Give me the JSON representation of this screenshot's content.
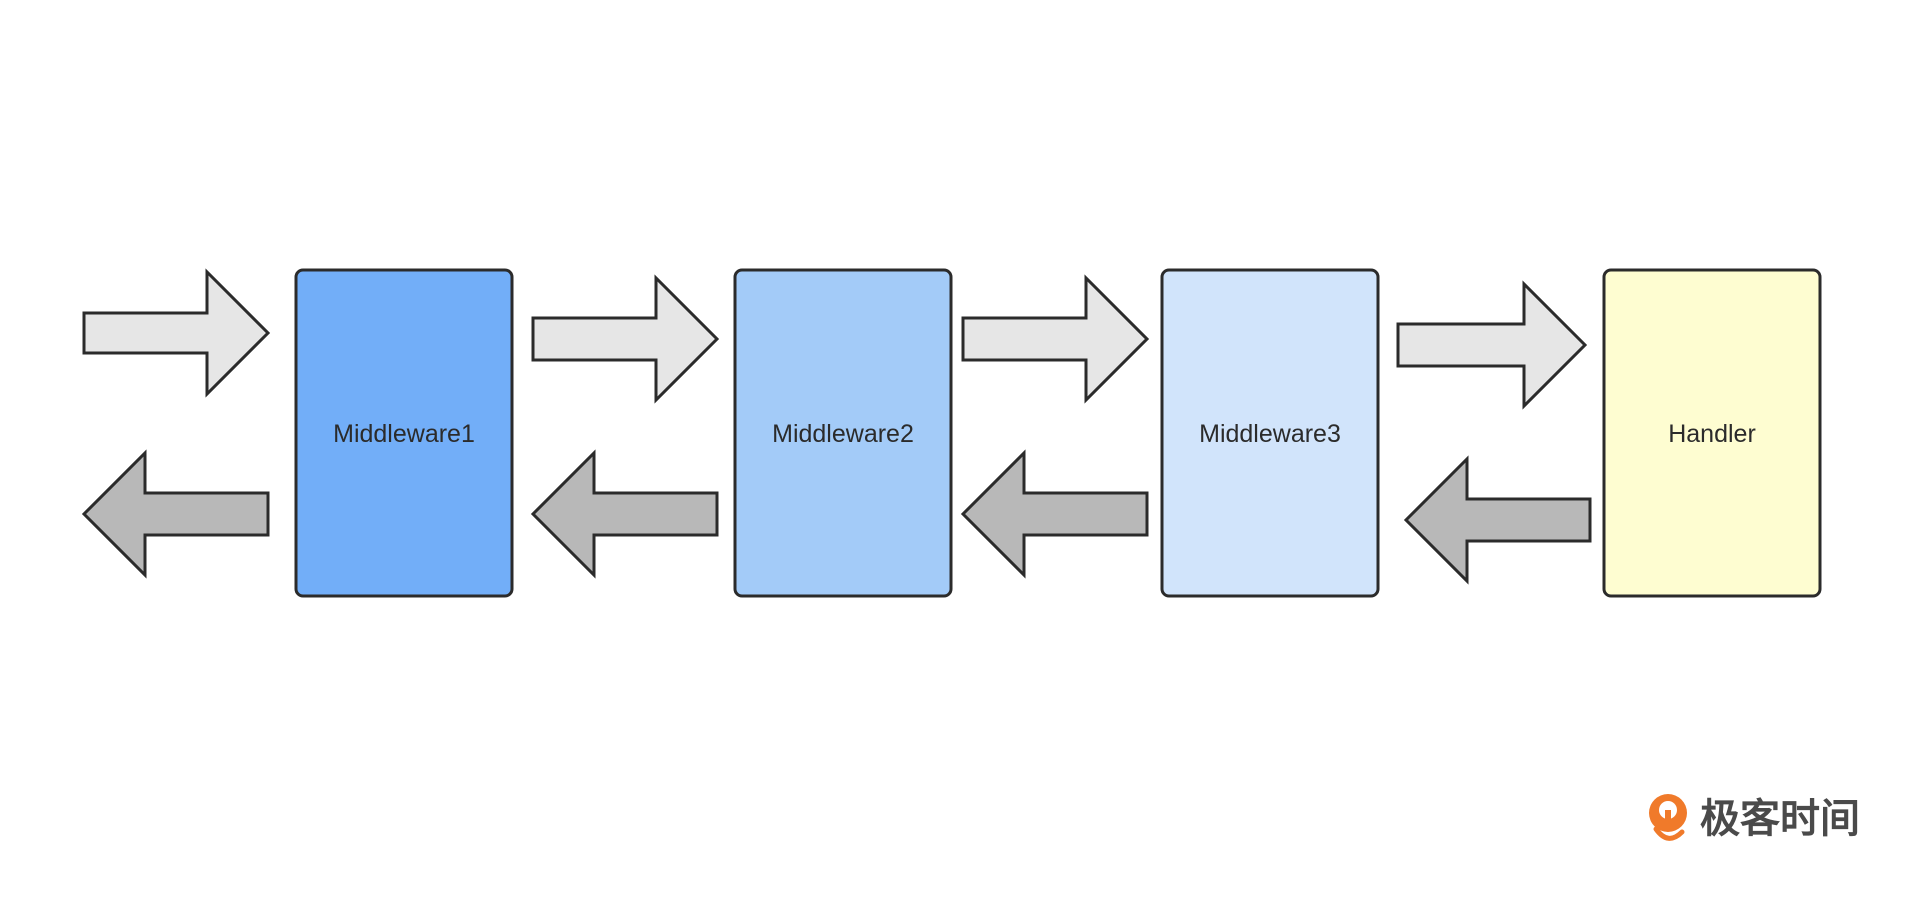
{
  "diagram": {
    "boxes": [
      {
        "label": "Middleware1",
        "fill": "#72aef8"
      },
      {
        "label": "Middleware2",
        "fill": "#a3cbf8"
      },
      {
        "label": "Middleware3",
        "fill": "#d1e4fb"
      },
      {
        "label": "Handler",
        "fill": "#fefdd1"
      }
    ],
    "arrow_colors": {
      "forward": "#e6e6e6",
      "backward": "#b8b8b8",
      "stroke": "#2b2b2b"
    }
  },
  "brand": {
    "name": "极客时间",
    "accent": "#f07a2a"
  }
}
